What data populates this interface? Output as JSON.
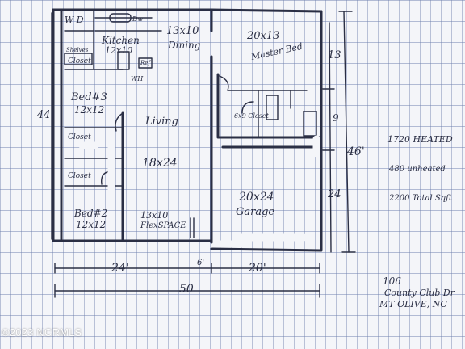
{
  "rooms": {
    "wd": "W D",
    "kitchen": "Kitchen",
    "kitchen_size": "12x10",
    "dw": "Dw",
    "shelves": "Shelves",
    "closet_top": "Closet",
    "ref": "Ref",
    "wh": "WH",
    "dining_size": "13x10",
    "dining": "Dining",
    "master_size": "20x13",
    "master_label": "Master Bed",
    "bed3": "Bed#3",
    "bed3_size": "12x12",
    "living": "Living",
    "closet_mid": "Closet",
    "closet_mid2": "Closet",
    "walkin_closet": "6x9 Closet",
    "living_size": "18x24",
    "garage_size": "20x24",
    "garage": "Garage",
    "bed2": "Bed#2",
    "bed2_size": "12x12",
    "flex_size": "13x10",
    "flex": "FlexSPACE"
  },
  "dimensions": {
    "left_height": "44",
    "right_upper": "13",
    "right_mid": "9",
    "right_lower": "24",
    "total_height": "46'",
    "bottom_left": "24'",
    "bottom_mid": "6'",
    "bottom_right": "20'",
    "total_width": "50"
  },
  "notes": {
    "heated": "1720 HEATED",
    "unheated": "480 unheated",
    "total": "2200 Total Sqft",
    "address1": "106",
    "address2": "County Club Dr",
    "address3": "MT OLIVE, NC"
  },
  "watermark": "©2023 NCRMLS",
  "colors": {
    "paper": "#f4f5f9",
    "grid": "#6e7fae",
    "ink": "#2a2e44"
  }
}
